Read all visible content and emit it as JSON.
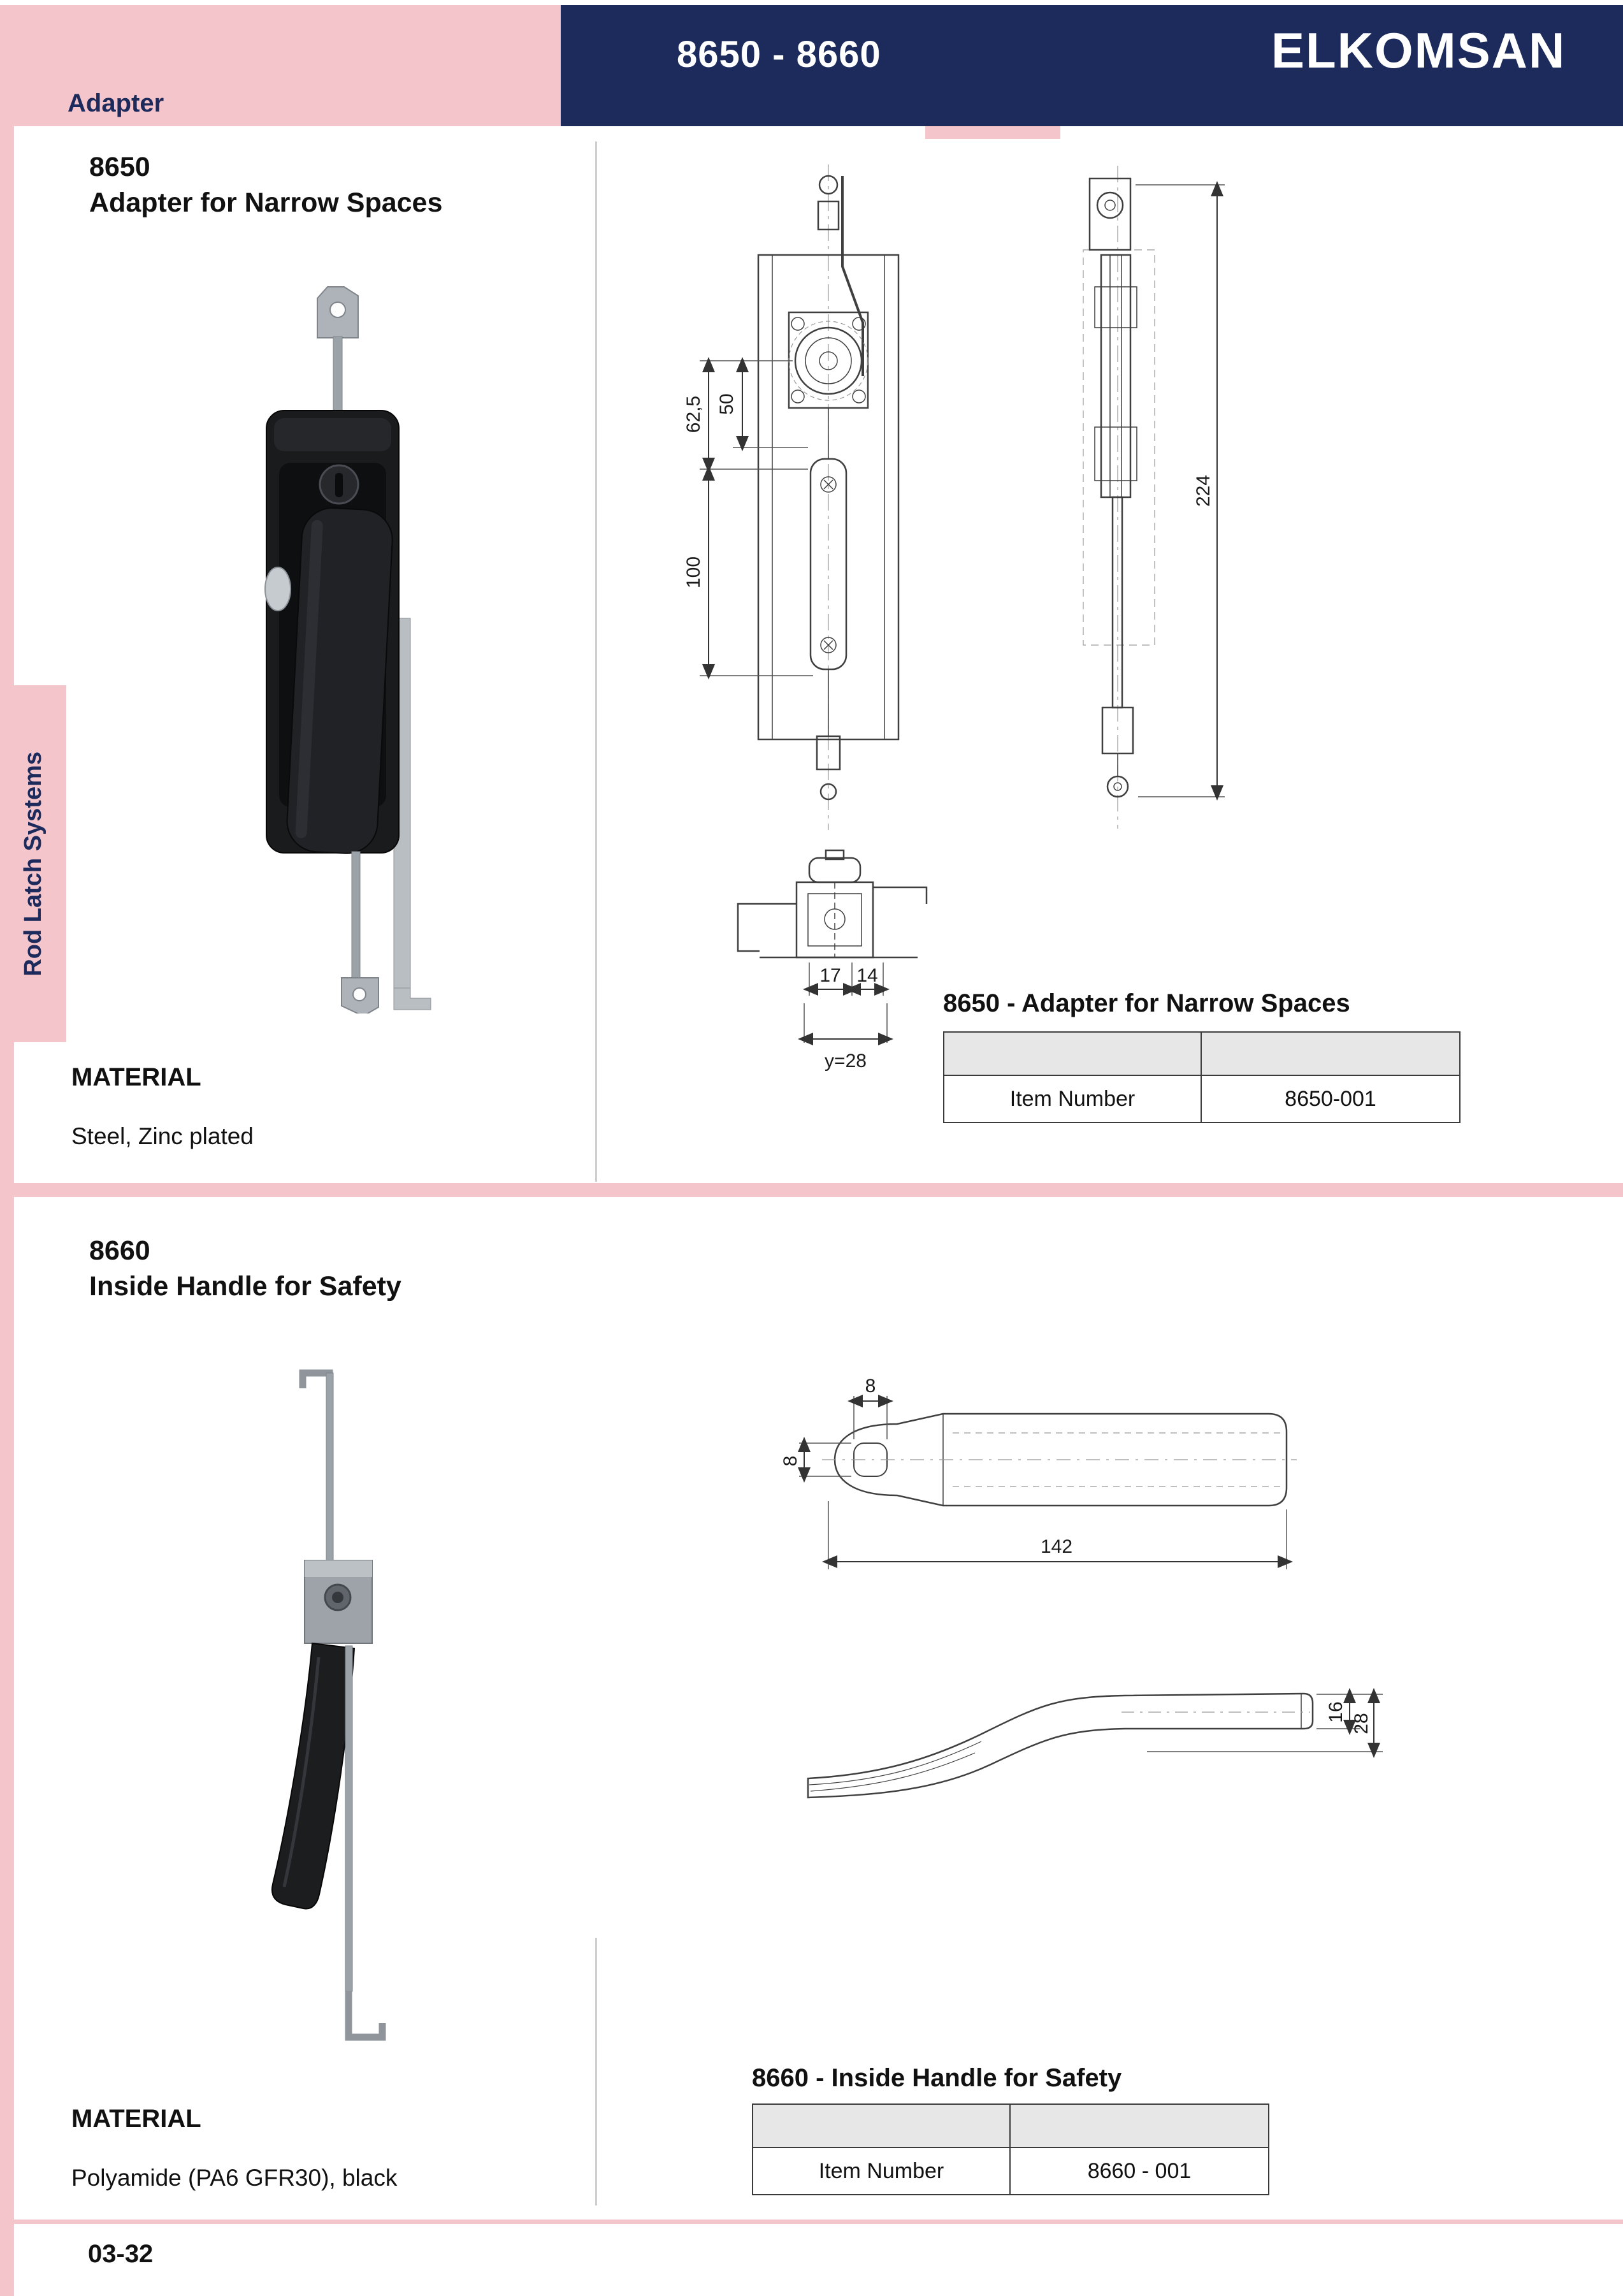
{
  "colors": {
    "accent_pink": "#f4c6cc",
    "brand_navy": "#1c2b5c"
  },
  "header": {
    "category": "Adapter",
    "range": "8650 - 8660",
    "brand": "ELKOMSAN"
  },
  "sidebar": {
    "label": "Rod Latch Systems"
  },
  "sections": [
    {
      "code": "8650",
      "title": "Adapter for Narrow Spaces",
      "material_label": "MATERIAL",
      "material": "Steel, Zinc plated",
      "table_title": "8650 - Adapter for Narrow Spaces",
      "table": {
        "item_label": "Item Number",
        "item_value": "8650-001"
      },
      "dims": [
        "62,5",
        "50",
        "100",
        "224",
        "17",
        "14",
        "y=28"
      ]
    },
    {
      "code": "8660",
      "title": "Inside Handle for Safety",
      "material_label": "MATERIAL",
      "material": "Polyamide (PA6 GFR30), black",
      "table_title": "8660 - Inside Handle for Safety",
      "table": {
        "item_label": "Item Number",
        "item_value": "8660 - 001"
      },
      "dims": [
        "8",
        "8",
        "142",
        "16",
        "28"
      ]
    }
  ],
  "footer": {
    "page": "03-32"
  }
}
